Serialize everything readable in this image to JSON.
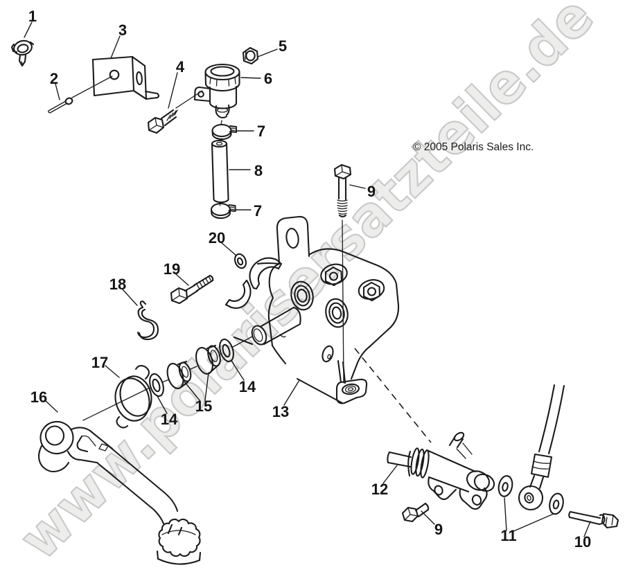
{
  "diagram": {
    "copyright": "© 2005 Polaris Sales Inc.",
    "watermark": "www.polarisersatzteile.de",
    "background_color": "#ffffff",
    "line_color": "#1b1b1b",
    "watermark_fill": "#ededec",
    "watermark_stroke": "#c9c9c9",
    "callouts": [
      "1",
      "2",
      "3",
      "4",
      "5",
      "6",
      "7",
      "8",
      "7",
      "9",
      "20",
      "19",
      "18",
      "13",
      "17",
      "16",
      "15",
      "14",
      "14",
      "12",
      "9",
      "11",
      "10"
    ]
  }
}
